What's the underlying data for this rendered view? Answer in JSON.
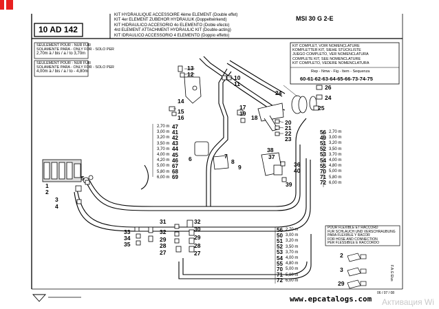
{
  "header": {
    "ref": "10 AD 142",
    "model": "MSI 30 G 2-E",
    "titles": [
      "KIT HYDRAULIQUE ACCESSOIRE 4ème ELEMENT (Double effet)",
      "KIT 4er ELEMENT ZUBEHOR HYDRAULIK (Doppeltwirkend)",
      "KIT HIDRAULICO ACCESORIO 4o ELEMENTO (Doble efecto)",
      "4rd ELEMENT ATTACHMENT HYDRAULIC KIT (Double-acting)",
      "KIT IDRAULICO ACCESSORIO 4 ELEMENTO (Doppio effetto)"
    ]
  },
  "notes": {
    "note1_lines": [
      "SEULEMENT POUR - NUR FUR",
      "SOLAMENTE PARA - ONLY FOR - SOLO PER"
    ],
    "note1_range": "2,70m à / bis / a / to 3,70m",
    "note2_lines": [
      "SEULEMENT POUR - NUR FUR",
      "SOLAMENTE PARA - ONLY FOR - SOLO PER"
    ],
    "note2_range": "4,00m à / bis / a / to - 4,80m"
  },
  "kit_box": {
    "lines": [
      "KIT COMPLET, VOIR NOMENCLATURE",
      "KOMPLETTER KIT, SIEHE STÜCKLISTE",
      "JUEGO COMPLETO, VER NOMENCLATURA",
      "COMPLETE KIT, SEE NOMENCLATURE",
      "KIT COMPLETO, VEDERE NOMENCLATURA"
    ],
    "rep_label": "Rep - Nmw - Fig - Item - Sequenza",
    "rep_values": "60-61-62-63-64-65-66-73-74-75"
  },
  "table_left": {
    "rows": [
      {
        "n": "47",
        "v": "2,70 m"
      },
      {
        "n": "41",
        "v": "3,00 m"
      },
      {
        "n": "42",
        "v": "3,20 m"
      },
      {
        "n": "43",
        "v": "3,50 m"
      },
      {
        "n": "44",
        "v": "3,70 m"
      },
      {
        "n": "45",
        "v": "4,00 m"
      },
      {
        "n": "46",
        "v": "4,20 m"
      },
      {
        "n": "67",
        "v": "5,00 m"
      },
      {
        "n": "68",
        "v": "5,80 m"
      },
      {
        "n": "69",
        "v": "6,00 m"
      }
    ]
  },
  "table_right": {
    "rows": [
      {
        "n": "56",
        "v": "2,70 m"
      },
      {
        "n": "49",
        "v": "3,00 m"
      },
      {
        "n": "51",
        "v": "3,20 m"
      },
      {
        "n": "52",
        "v": "3,50 m"
      },
      {
        "n": "53",
        "v": "3,70 m"
      },
      {
        "n": "54",
        "v": "4,00 m"
      },
      {
        "n": "55",
        "v": "4,80 m"
      },
      {
        "n": "70",
        "v": "5,00 m"
      },
      {
        "n": "71",
        "v": "5,80 m"
      },
      {
        "n": "72",
        "v": "6,00 m"
      }
    ]
  },
  "table_bottom": {
    "rows": [
      {
        "n": "56",
        "v": "2,70 m"
      },
      {
        "n": "50",
        "v": "3,00 m"
      },
      {
        "n": "51",
        "v": "3,20 m"
      },
      {
        "n": "52",
        "v": "3,50 m"
      },
      {
        "n": "53",
        "v": "3,70 m"
      },
      {
        "n": "54",
        "v": "4,00 m"
      },
      {
        "n": "55",
        "v": "4,80 m"
      },
      {
        "n": "70",
        "v": "5,00 m"
      },
      {
        "n": "71",
        "v": "5,80 m"
      },
      {
        "n": "72",
        "v": "6,00 m"
      }
    ]
  },
  "flex_box": {
    "lines": [
      "POUR FLEXIBLE ET RACCORD",
      "FUR SCHLAUCH UND VERSCHRAUBUNG",
      "PARA FLEXIBLE Y RACOR",
      "FOR HOSE AND CONNECTION",
      "PER FLESSIBILE E RACCORDO"
    ],
    "labels": [
      "2",
      "3",
      "29"
    ]
  },
  "part_labels": {
    "top_left": [
      "13",
      "12",
      "10",
      "11",
      "14",
      "15",
      "16",
      "17",
      "19",
      "18",
      "6",
      "7",
      "8",
      "9"
    ],
    "right": [
      "24",
      "26",
      "25",
      "24",
      "20",
      "21",
      "22",
      "23",
      "38",
      "37",
      "36",
      "40",
      "39"
    ],
    "bottom": [
      "31",
      "32",
      "30",
      "29",
      "28",
      "27",
      "33",
      "34",
      "35",
      "32",
      "29",
      "28",
      "27",
      "5",
      "1",
      "2",
      "3",
      "4"
    ]
  },
  "footer": {
    "page_code": "06 / 07 / 08",
    "side_code": "F.A.G Elus",
    "website": "www.epcatalogs.com",
    "watermark": "Активация Wi"
  }
}
